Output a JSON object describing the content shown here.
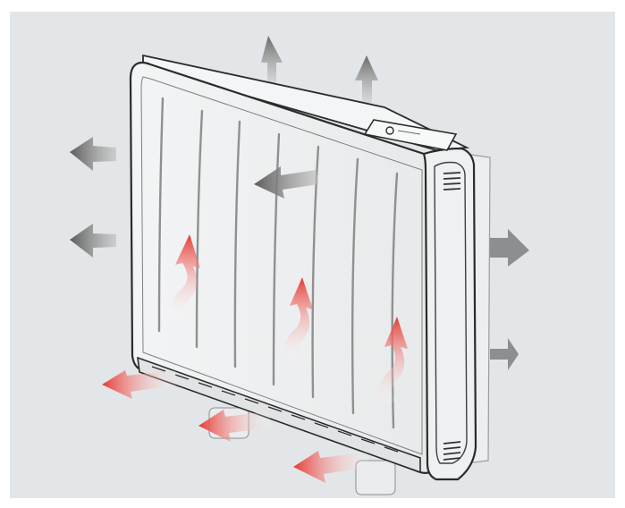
{
  "image": {
    "subject": "heater-illustration",
    "colors": {
      "background": "#e3e6e8",
      "outer_border": "#ffffff",
      "heater_outline": "#2b2b2b",
      "heater_fill": "#f0f2f3",
      "side_panel_fill": "#e9ebec",
      "gray_arrow": "#6f6f6f",
      "heat_arrow": "#e8453e"
    },
    "icons": [
      "heater-body",
      "control-panel",
      "side-vent",
      "bottom-grille",
      "gray-airflow-arrow",
      "red-heat-arrow",
      "wavy-heat-arrow"
    ]
  }
}
